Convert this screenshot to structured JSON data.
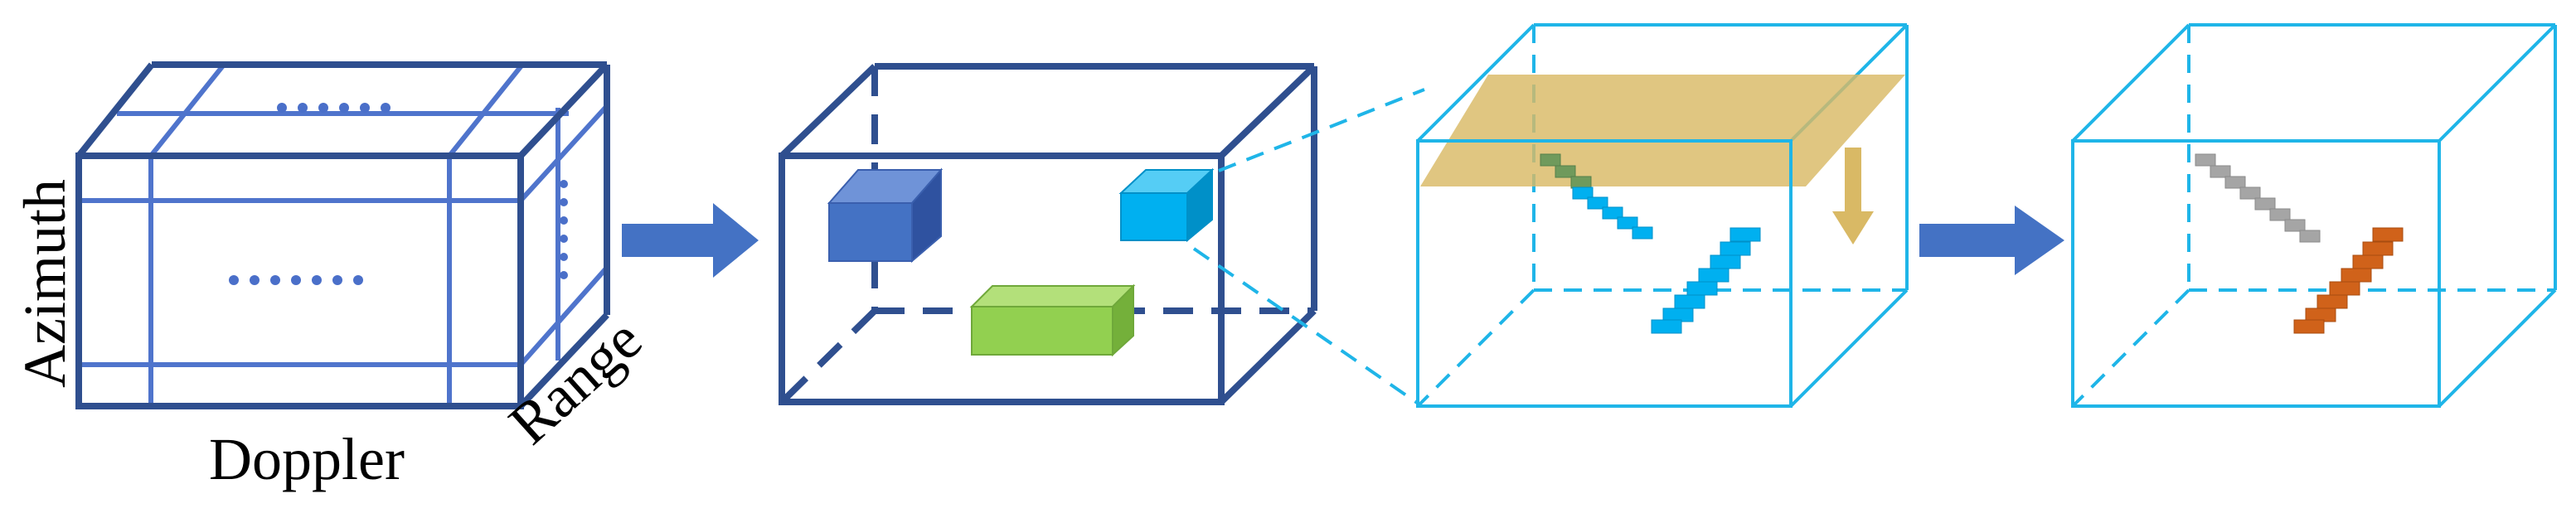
{
  "labels": {
    "azimuth": "Azimuth",
    "doppler": "Doppler",
    "range": "Range"
  },
  "colors": {
    "navy_edge": "#2f4f8f",
    "grid_line": "#4f74cc",
    "dots": "#4a6fc9",
    "arrow": "#4472c4",
    "cyan_edge": "#1fb5e8",
    "cube_blue": "#4472c4",
    "cube_cyan": "#00b0f0",
    "cube_green": "#92d050",
    "cube_olive": "#6f9a5c",
    "cube_gray": "#a5a5a5",
    "cube_orange": "#d0621a",
    "plane": "#d9b965"
  }
}
